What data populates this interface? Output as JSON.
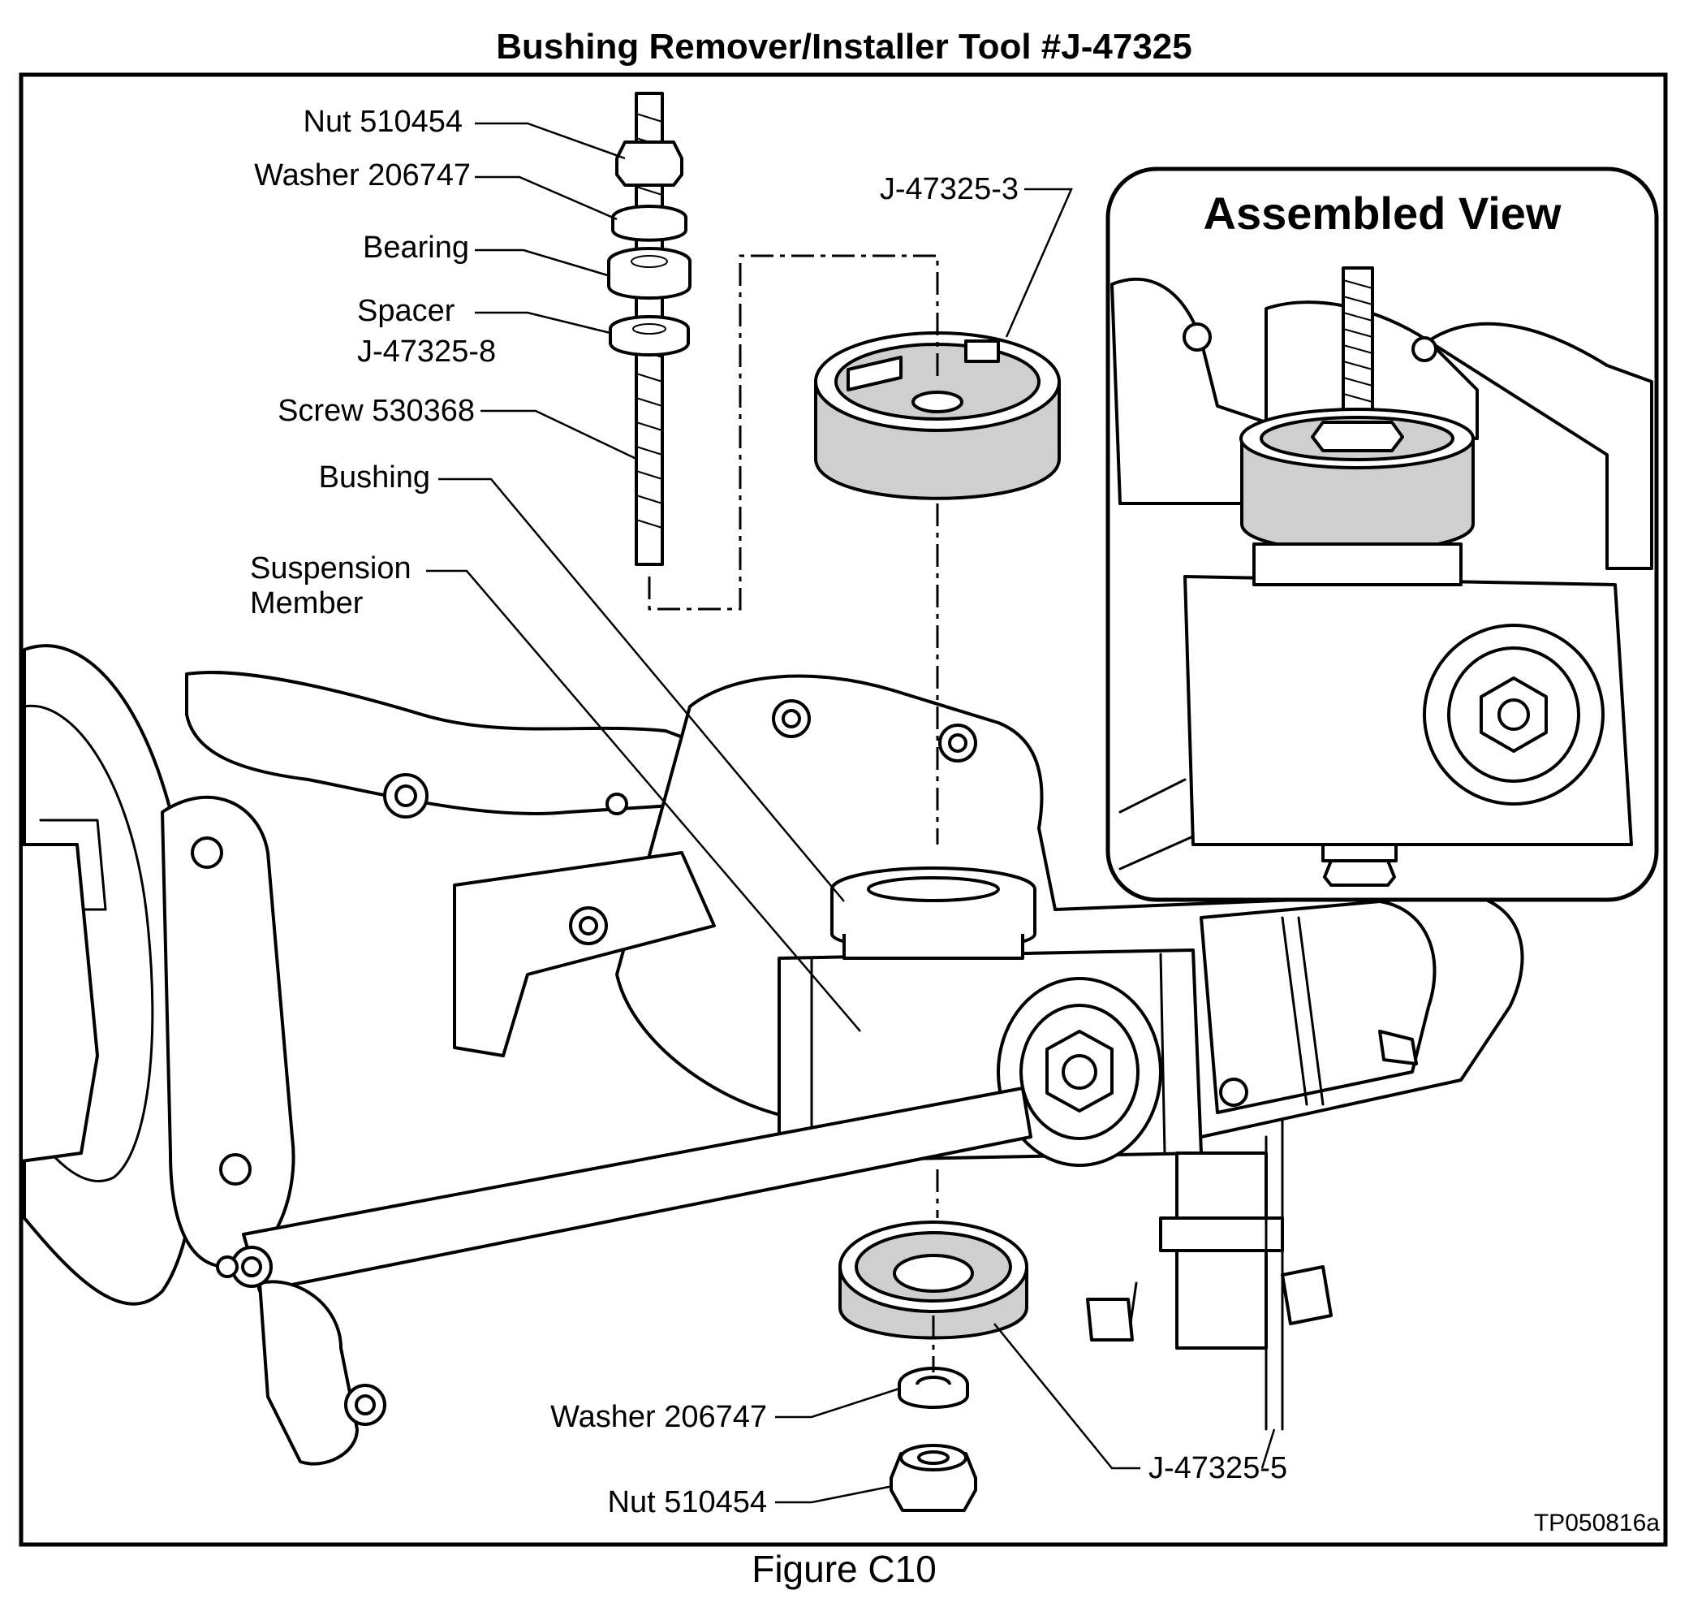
{
  "title": "Bushing Remover/Installer Tool #J-47325",
  "caption": "Figure C10",
  "figure_code": "TP050816a",
  "inset": {
    "title": "Assembled View"
  },
  "labels": {
    "nut_top": "Nut 510454",
    "washer_top": "Washer 206747",
    "bearing": "Bearing",
    "spacer_line1": "Spacer",
    "spacer_line2": "J-47325-8",
    "screw": "Screw 530368",
    "bushing": "Bushing",
    "suspension_line1": "Suspension",
    "suspension_line2": "Member",
    "tool_3": "J-47325-3",
    "tool_5": "J-47325-5",
    "washer_bottom": "Washer 206747",
    "nut_bottom": "Nut 510454"
  }
}
